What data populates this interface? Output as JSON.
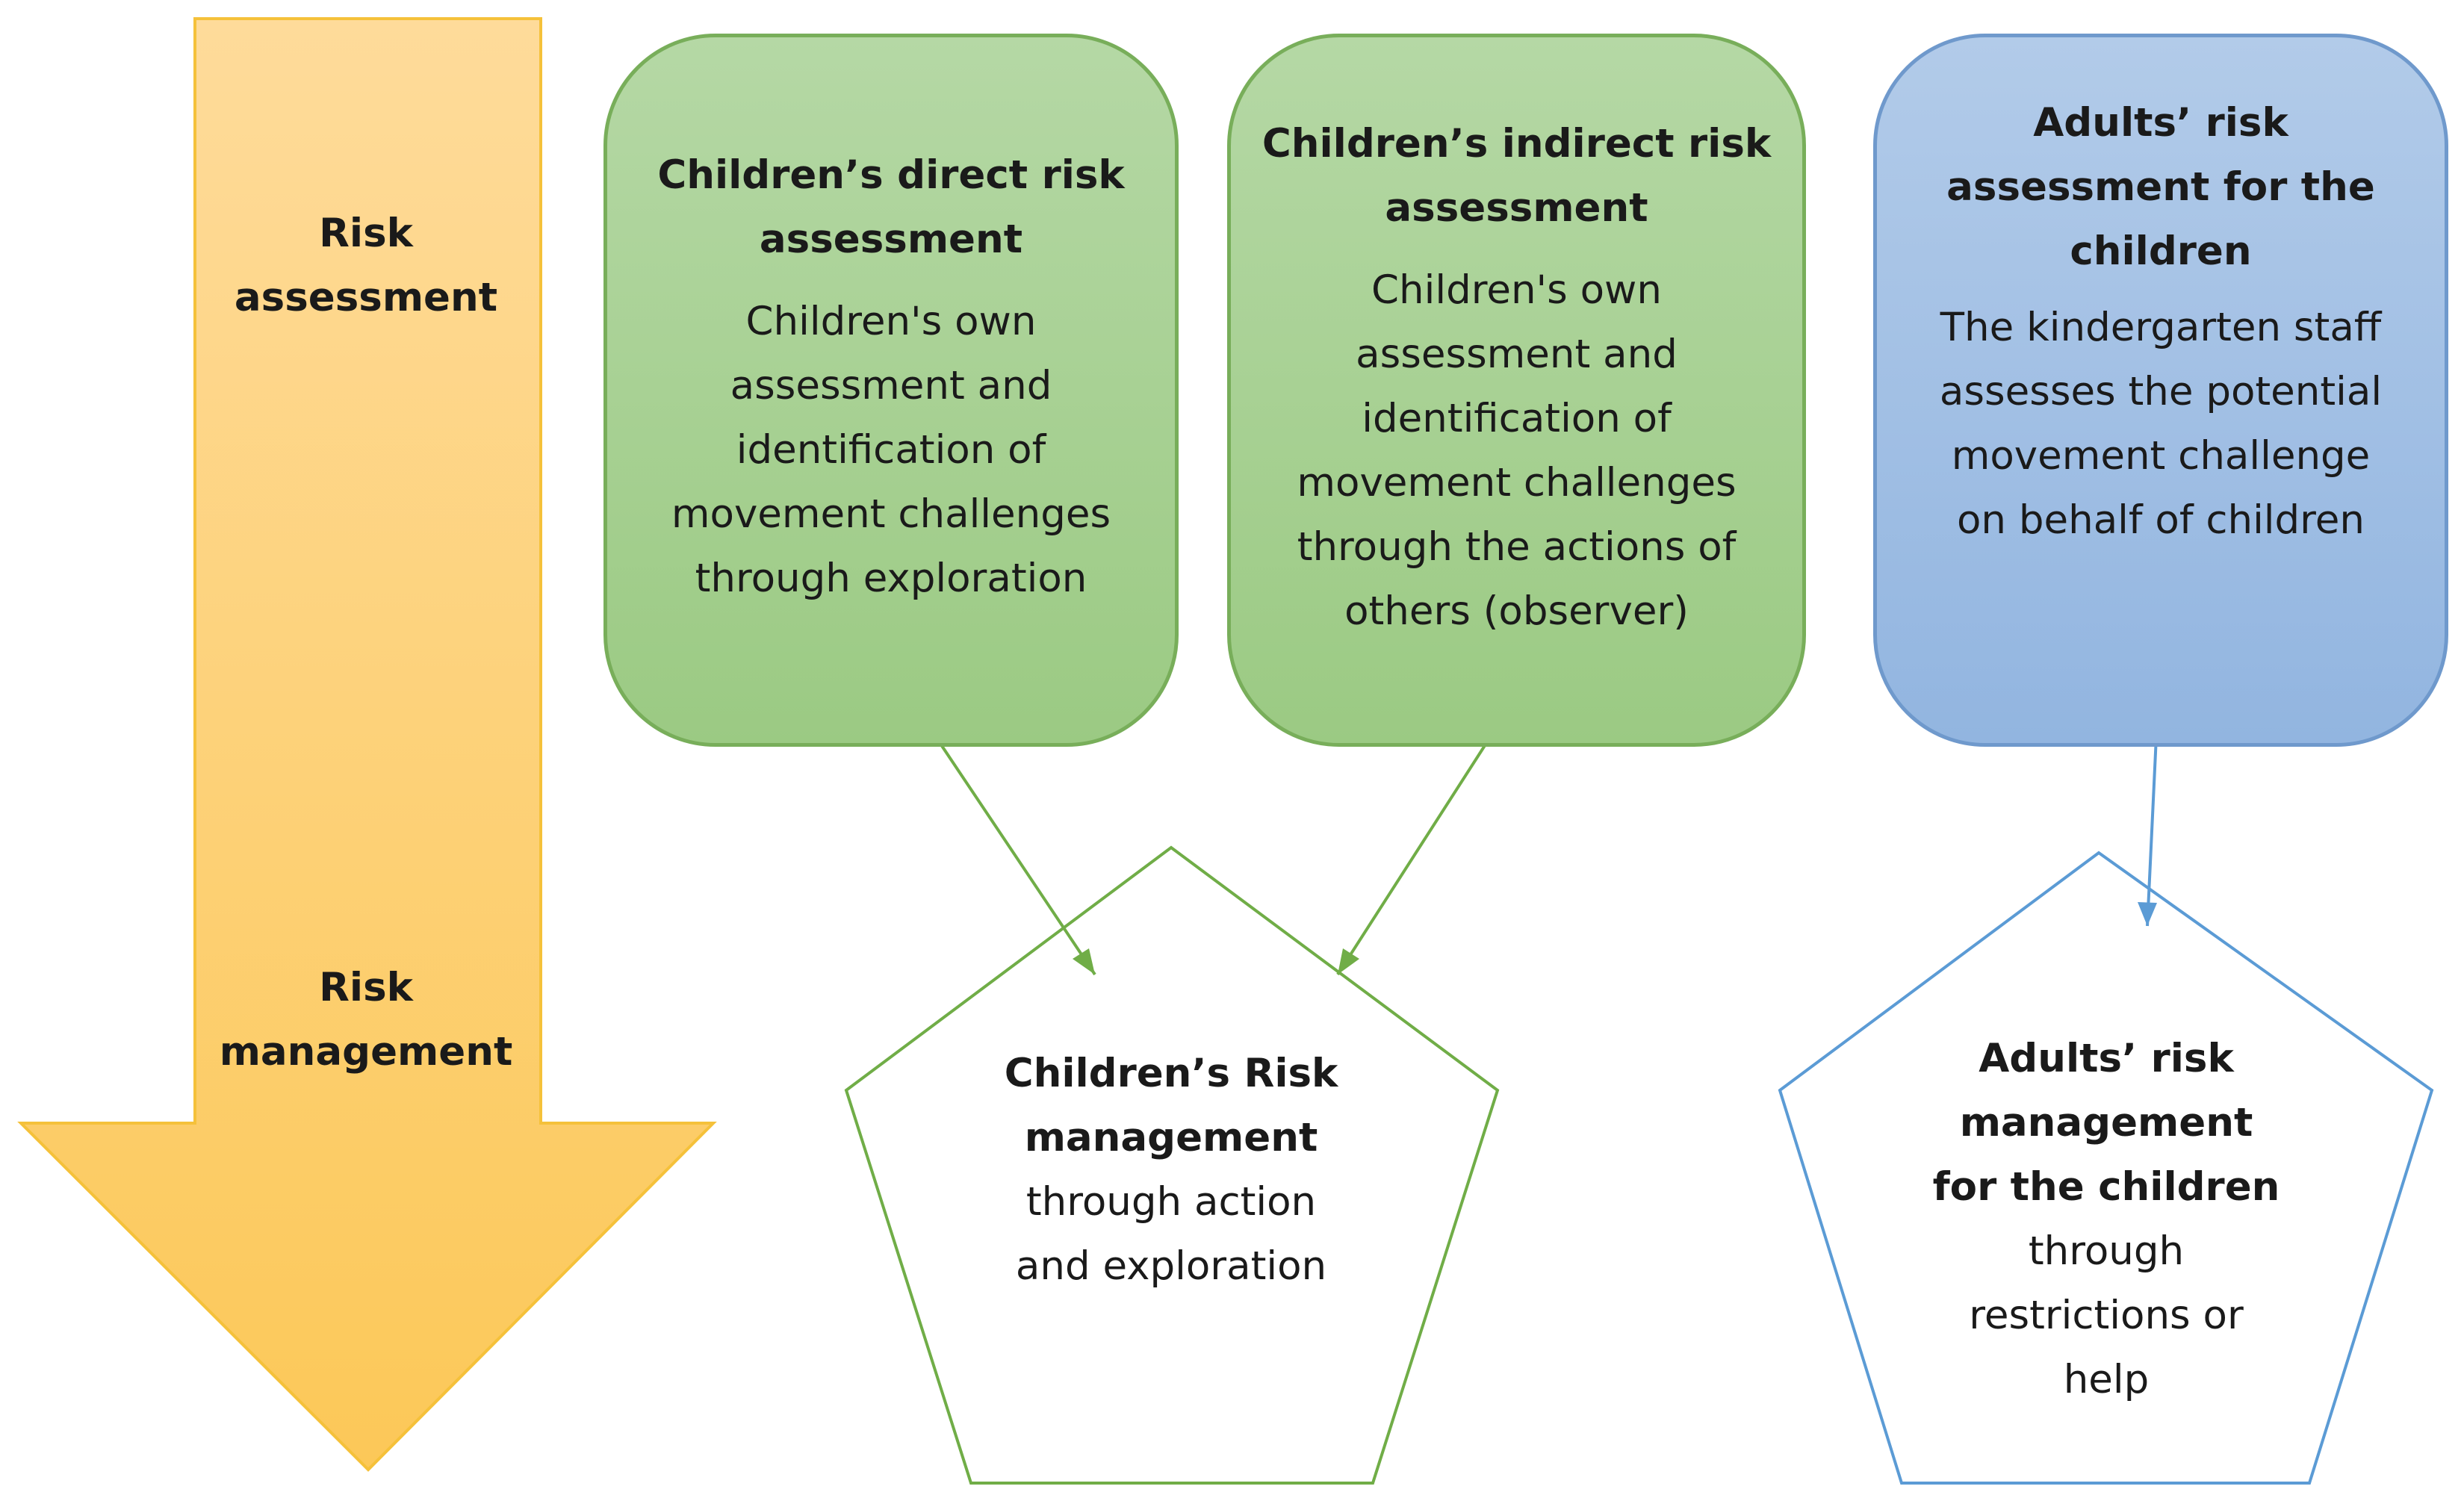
{
  "arrow": {
    "top_label": "Risk\nassessment",
    "bottom_label": "Risk\nmanagement",
    "fill_top": "#fedb9a",
    "fill_bottom": "#fcc858",
    "stroke": "#f5c13a"
  },
  "boxes": {
    "direct": {
      "title": "Children’s direct risk\nassessment",
      "body": "Children's own\nassessment and\nidentification of\nmovement challenges\nthrough exploration"
    },
    "indirect": {
      "title": "Children’s indirect risk\nassessment",
      "body": "Children's own\nassessment and\nidentification of\nmovement challenges\nthrough the actions of\nothers (observer)"
    },
    "adults": {
      "title": "Adults’ risk\nassessment for the\nchildren",
      "body": "The kindergarten staff\nassesses the potential\nmovement challenge\non behalf of children"
    }
  },
  "pentagons": {
    "children": {
      "title": "Children’s Risk\nmanagement",
      "body": "through action\nand exploration"
    },
    "adults": {
      "title": "Adults’ risk\nmanagement\nfor the children",
      "body": "through\nrestrictions or\nhelp"
    }
  },
  "colors": {
    "green_line": "#70ad47",
    "blue_line": "#5b9bd5"
  }
}
